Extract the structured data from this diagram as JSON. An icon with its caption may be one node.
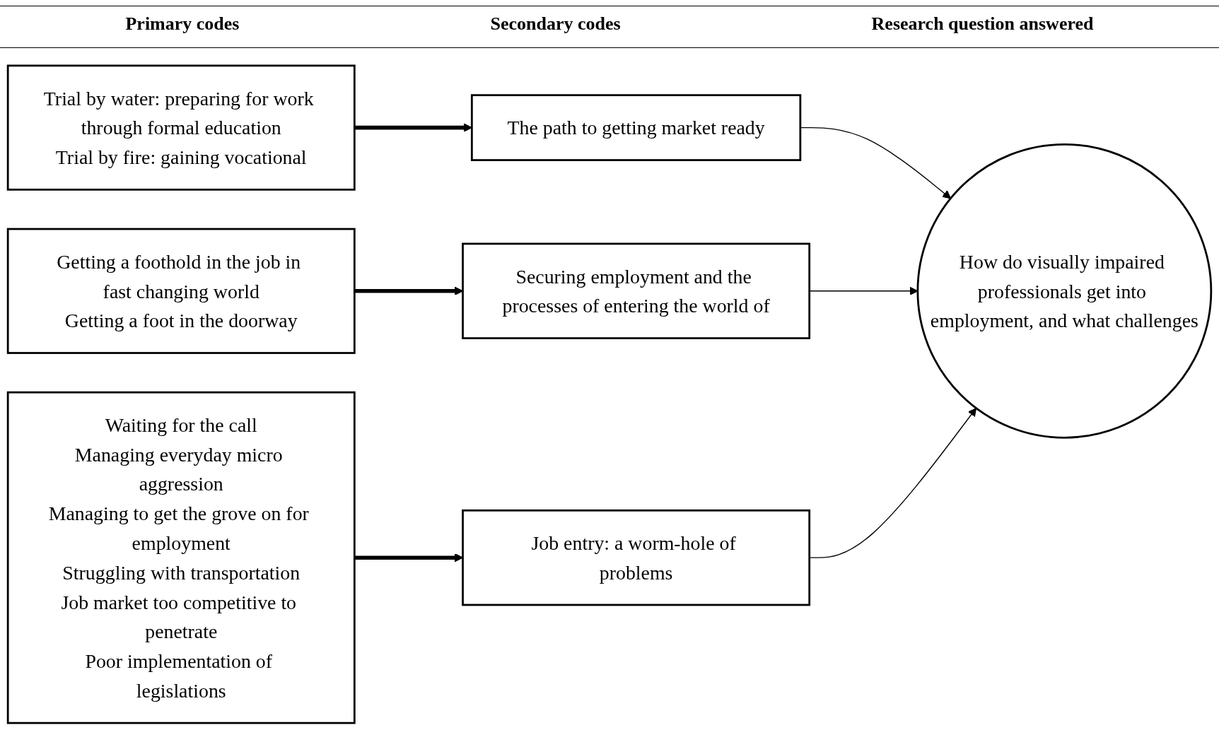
{
  "diagram": {
    "nodes": [
      {
        "text": [
          "Trial by water: preparing for work through formal education",
          "Trial by fire: gaining vocational"
        ]
      },
      {
        "text": [
          "Getting a foothold in the job in fast changing world",
          "Getting a foot in the doorway"
        ]
      },
      {
        "text": [
          "Waiting for the call",
          "Managing everyday micro aggression",
          "Managing to get the grove on for employment",
          "Struggling with transportation",
          "Job market too competitive to penetrate",
          "Poor implementation of legislations"
        ]
      },
      {
        "text": [
          "The path to getting market ready"
        ]
      },
      {
        "text": [
          "Securing employment and the processes of entering the world of"
        ]
      },
      {
        "text": [
          "Job entry: a worm-hole of problems"
        ]
      },
      {
        "text": [
          "How do visually impaired professionals get into employment, and what challenges"
        ]
      }
    ],
    "edges": [
      {
        "from": 0,
        "to": 3,
        "arrow": "to",
        "style": "thick"
      },
      {
        "from": 1,
        "to": 4,
        "arrow": "to",
        "style": "thick"
      },
      {
        "from": 2,
        "to": 5,
        "arrow": "to",
        "style": "thick"
      },
      {
        "from": 3,
        "to": 6,
        "arrow": "to"
      },
      {
        "from": 4,
        "to": 6,
        "arrow": "to"
      },
      {
        "from": 5,
        "to": 6,
        "arrow": "to"
      }
    ],
    "labels": [
      "Primary codes",
      "Secondary codes",
      "Research question answered"
    ]
  }
}
